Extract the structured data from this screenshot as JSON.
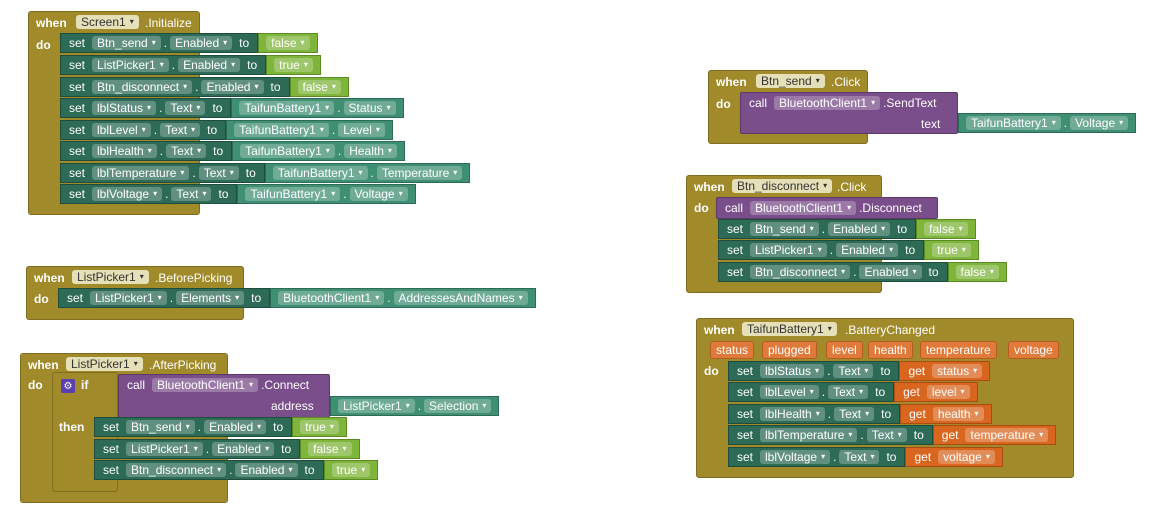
{
  "labels": {
    "when": "when",
    "do": "do",
    "set": "set",
    "to": "to",
    "call": "call",
    "text": "text",
    "address": "address",
    "if": "if",
    "then": "then",
    "get": "get",
    "gear": "⚙",
    "dd": "▾"
  },
  "screen_init": {
    "component": "Screen1",
    "event": ".Initialize",
    "rows": [
      {
        "comp": "Btn_send",
        "prop": "Enabled",
        "val": "false"
      },
      {
        "comp": "ListPicker1",
        "prop": "Enabled",
        "val": "true"
      },
      {
        "comp": "Btn_disconnect",
        "prop": "Enabled",
        "val": "false"
      },
      {
        "comp": "lblStatus",
        "prop": "Text",
        "vcomp": "TaifunBattery1",
        "vprop": "Status"
      },
      {
        "comp": "lblLevel",
        "prop": "Text",
        "vcomp": "TaifunBattery1",
        "vprop": "Level"
      },
      {
        "comp": "lblHealth",
        "prop": "Text",
        "vcomp": "TaifunBattery1",
        "vprop": "Health"
      },
      {
        "comp": "lblTemperature",
        "prop": "Text",
        "vcomp": "TaifunBattery1",
        "vprop": "Temperature"
      },
      {
        "comp": "lblVoltage",
        "prop": "Text",
        "vcomp": "TaifunBattery1",
        "vprop": "Voltage"
      }
    ]
  },
  "before_picking": {
    "component": "ListPicker1",
    "event": ".BeforePicking",
    "row": {
      "comp": "ListPicker1",
      "prop": "Elements",
      "vcomp": "BluetoothClient1",
      "vprop": "AddressesAndNames"
    }
  },
  "after_picking": {
    "component": "ListPicker1",
    "event": ".AfterPicking",
    "call_comp": "BluetoothClient1",
    "call_method": ".Connect",
    "arg_comp": "ListPicker1",
    "arg_prop": "Selection",
    "rows": [
      {
        "comp": "Btn_send",
        "prop": "Enabled",
        "val": "true"
      },
      {
        "comp": "ListPicker1",
        "prop": "Enabled",
        "val": "false"
      },
      {
        "comp": "Btn_disconnect",
        "prop": "Enabled",
        "val": "true"
      }
    ]
  },
  "btn_send_click": {
    "component": "Btn_send",
    "event": ".Click",
    "call_comp": "BluetoothClient1",
    "call_method": ".SendText",
    "arg_comp": "TaifunBattery1",
    "arg_prop": "Voltage"
  },
  "btn_disconnect_click": {
    "component": "Btn_disconnect",
    "event": ".Click",
    "call_comp": "BluetoothClient1",
    "call_method": ".Disconnect",
    "rows": [
      {
        "comp": "Btn_send",
        "prop": "Enabled",
        "val": "false"
      },
      {
        "comp": "ListPicker1",
        "prop": "Enabled",
        "val": "true"
      },
      {
        "comp": "Btn_disconnect",
        "prop": "Enabled",
        "val": "false"
      }
    ]
  },
  "battery_changed": {
    "component": "TaifunBattery1",
    "event": ".BatteryChanged",
    "params": [
      "status",
      "plugged",
      "level",
      "health",
      "temperature",
      "voltage"
    ],
    "rows": [
      {
        "comp": "lblStatus",
        "prop": "Text",
        "var": "status"
      },
      {
        "comp": "lblLevel",
        "prop": "Text",
        "var": "level"
      },
      {
        "comp": "lblHealth",
        "prop": "Text",
        "var": "health"
      },
      {
        "comp": "lblTemperature",
        "prop": "Text",
        "var": "temperature"
      },
      {
        "comp": "lblVoltage",
        "prop": "Text",
        "var": "voltage"
      }
    ]
  }
}
